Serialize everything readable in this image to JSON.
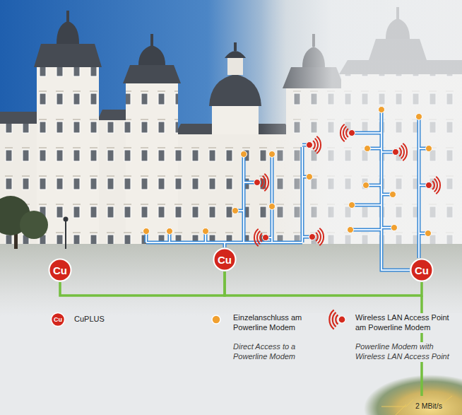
{
  "diagram": {
    "nodes": [
      {
        "text": [
          "Cu"
        ]
      },
      {
        "text": [
          "Cu"
        ]
      },
      {
        "text": [
          "Cu"
        ]
      }
    ],
    "edges": [
      {
        "from": 0,
        "to": 1,
        "arrow": "none"
      },
      {
        "from": 1,
        "to": 2,
        "arrow": "none"
      }
    ],
    "labels": [
      "Cu",
      "2 MBit/s"
    ],
    "legend": [
      {
        "text": "CuPLUS"
      },
      {
        "text": "Einzelanschluss am Powerline Modem"
      },
      {
        "text": "Direct Access to a Powerline Modem"
      },
      {
        "text": "Wireless LAN Access Point am Powerline Modem"
      },
      {
        "text": "Powerline Modem with Wireless LAN Access Point"
      }
    ]
  }
}
